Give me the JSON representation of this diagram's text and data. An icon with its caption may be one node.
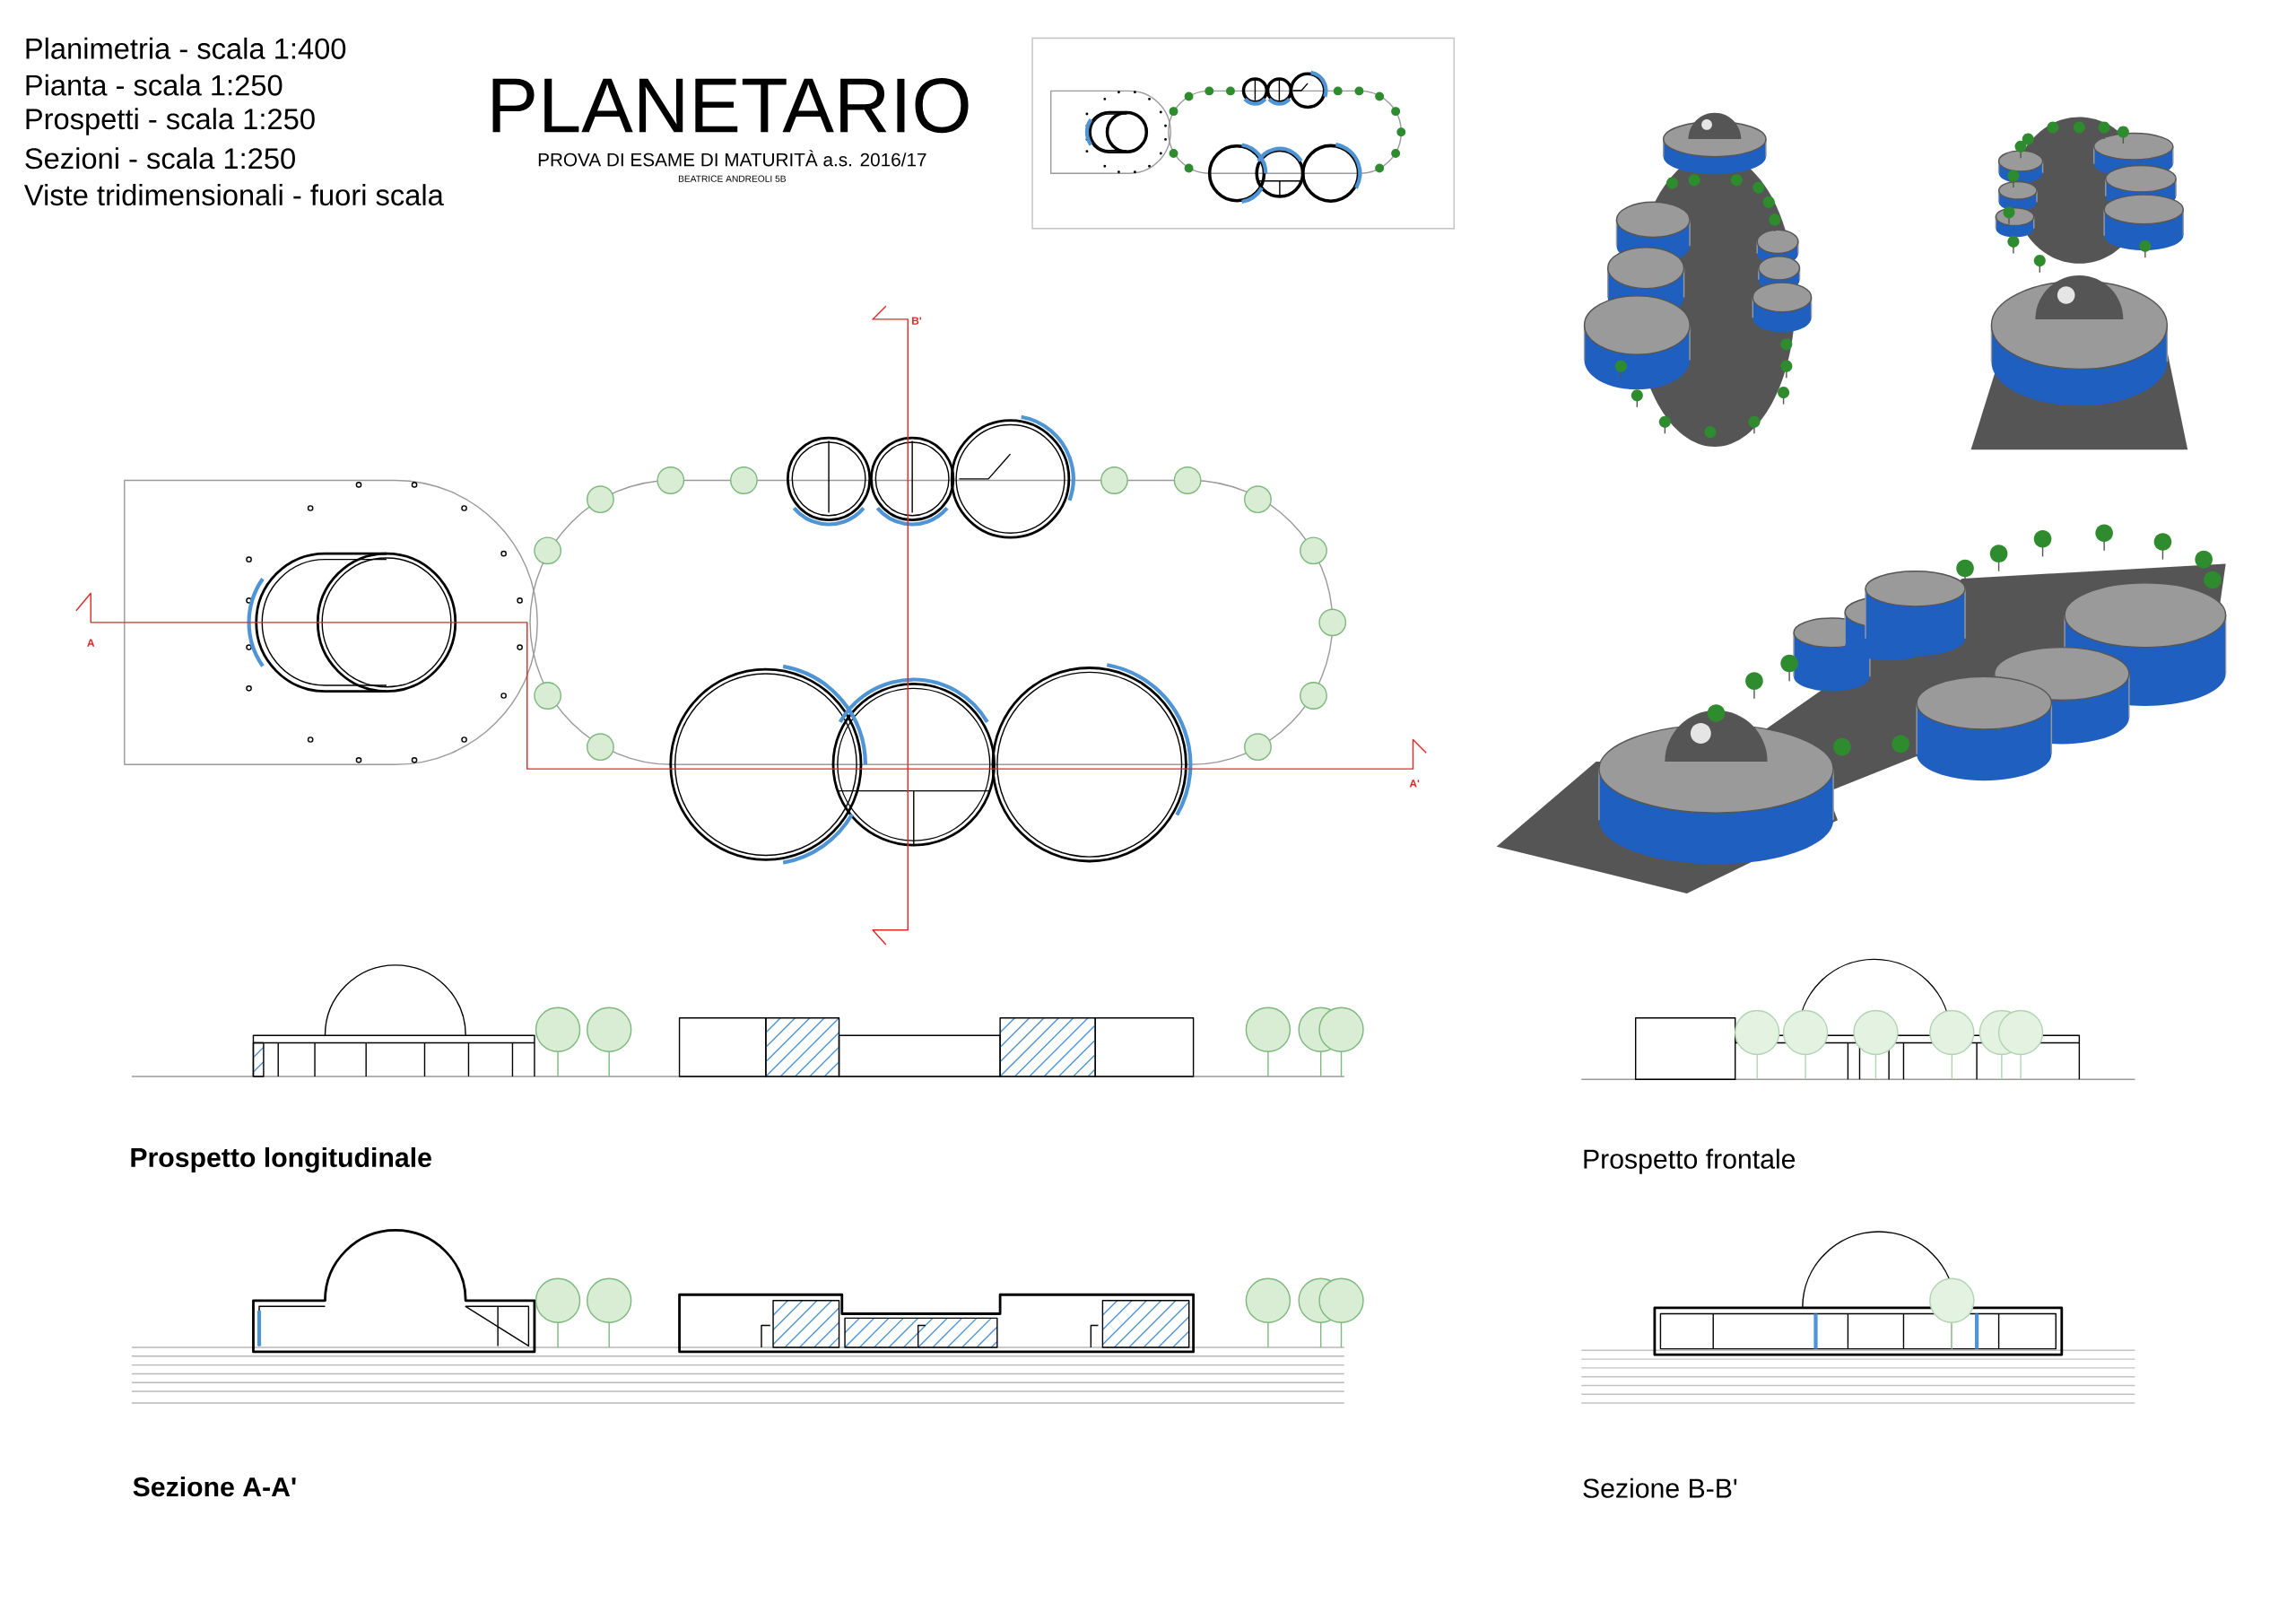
{
  "diagram": {
    "title": "PLANETARIO",
    "labels": [
      "Planimetria - scala 1:400",
      "Pianta - scala 1:250",
      "Prospetti - scala 1:250",
      "Sezioni - scala 1:250",
      "Viste tridimensionali - fuori scala",
      "PROVA DI ESAME DI MATURITÀ a.s. 2016/17",
      "BEATRICE ANDREOLI 5B",
      "B'",
      "A",
      "A'",
      "Prospetto longitudinale",
      "Prospetto frontale",
      "Sezione A-A'",
      "Sezione B-B'"
    ]
  }
}
